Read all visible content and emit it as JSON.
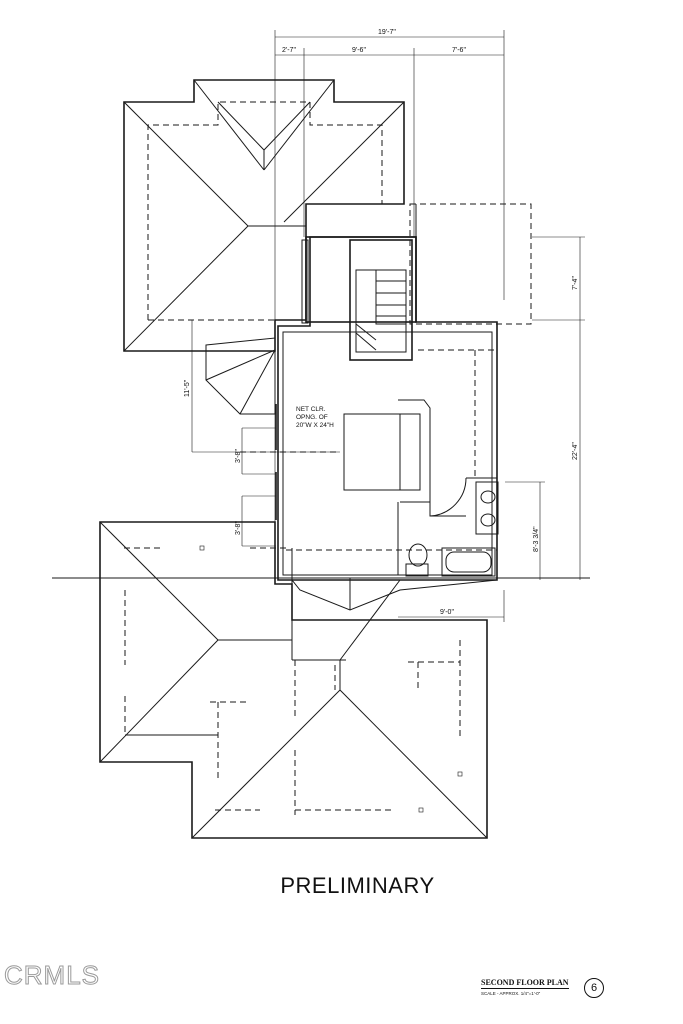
{
  "drawing": {
    "dims": {
      "overall_width": "19'-7\"",
      "seg_a": "2'-7\"",
      "seg_b": "9'-6\"",
      "seg_c": "7'-6\"",
      "right_upper": "7'-4\"",
      "right_overall": "22'-4\"",
      "right_lower": "8'-3 3/4\"",
      "left_upper": "11'-5\"",
      "left_win1": "3'-8\"",
      "left_win2": "3'-8\"",
      "bottom": "9'-0\""
    },
    "note_lines": [
      "NET CLR.",
      "OPNG. OF",
      "20\"W X 24\"H"
    ]
  },
  "stamp": {
    "preliminary": "PRELIMINARY"
  },
  "watermark": {
    "text": "CRMLS"
  },
  "title_block": {
    "sheet_title": "SECOND FLOOR PLAN",
    "scale": "SCALE - APPROX. 1/4\"=1'-0\"",
    "sheet_number": "6"
  }
}
